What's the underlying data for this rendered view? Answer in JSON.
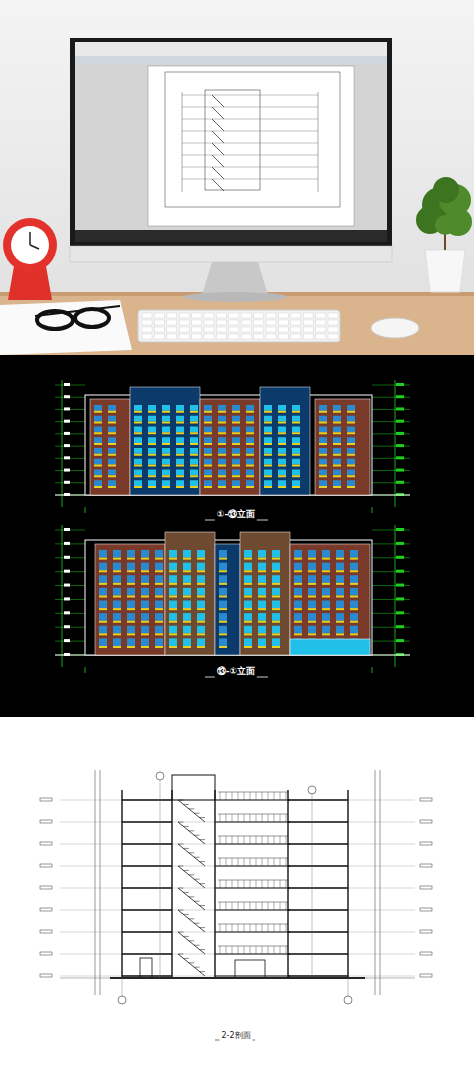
{
  "diagram": {
    "labels": [
      "①-⑬立面",
      "⑬-①立面",
      "2-2剖面"
    ]
  }
}
